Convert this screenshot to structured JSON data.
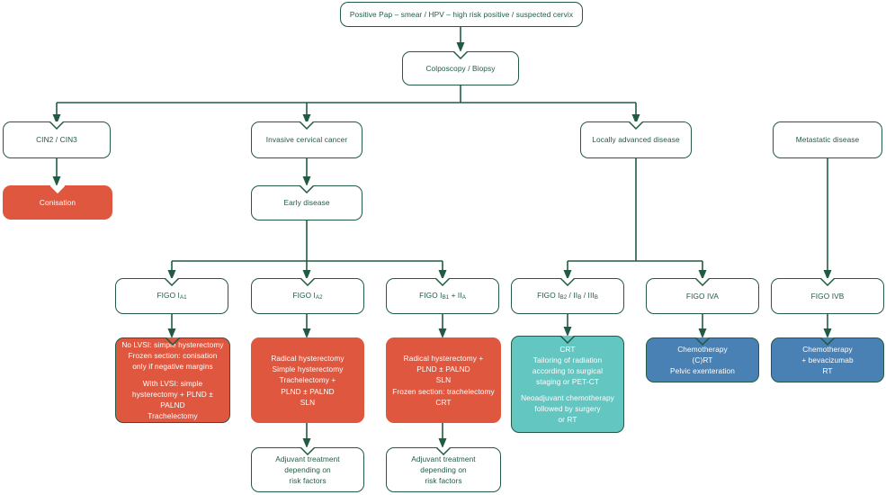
{
  "palette": {
    "green": "#215b42",
    "red": "#e0573f",
    "teal": "#63c6c1",
    "blue": "#4a81b4",
    "white": "#ffffff"
  },
  "nodes": {
    "root": "Positive Pap – smear / HPV – high risk positive / suspected cervix",
    "colposcopy": "Colposcopy / Biopsy",
    "cin": "CIN2 / CIN3",
    "conisation": "Conisation",
    "invasive": "Invasive cervical cancer",
    "early": "Early disease",
    "locally_advanced": "Locally advanced disease",
    "metastatic": "Metastatic disease",
    "figo_ia1_pre": "FIGO I",
    "figo_ia1_sub": "A1",
    "figo_ia2_pre": "FIGO I",
    "figo_ia2_sub": "A2",
    "figo_ib1_iia_pre": "FIGO I",
    "figo_ib1_iia_sub1": "B1",
    "figo_ib1_iia_mid": " + II",
    "figo_ib1_iia_sub2": "A",
    "figo_adv_pre": "FIGO I",
    "figo_adv_sub1": "B2",
    "figo_adv_mid1": " / II",
    "figo_adv_sub2": "B",
    "figo_adv_mid2": " / III",
    "figo_adv_sub3": "B",
    "figo_iva": "FIGO IVA",
    "figo_ivb": "FIGO IVB",
    "tx_ia1": "No LVSI: simple hysterectomy\nFrozen section: conisation\nonly if negative margins",
    "tx_ia1_b": "With LVSI: simple\nhysterectomy + PLND ±\nPALND\nTrachelectomy",
    "tx_ia2": "Radical hysterectomy\nSimple hysterectomy\nTrachelectomy +\nPLND ± PALND\nSLN",
    "tx_ib1": "Radical hysterectomy +\nPLND ± PALND\nSLN\nFrozen section: trachelectomy\nCRT",
    "tx_adv_a": "CRT\nTailoring of radiation\naccording to surgical\nstaging or PET-CT",
    "tx_adv_b": "Neoadjuvant chemotherapy\nfollowed by surgery\nor RT",
    "tx_iva": "Chemotherapy\n(C)RT\nPelvic exenteration",
    "tx_ivb": "Chemotherapy\n+ bevacizumab\nRT",
    "adjuvant_1": "Adjuvant treatment\ndepending on\nrisk factors",
    "adjuvant_2": "Adjuvant treatment\ndepending on\nrisk factors"
  }
}
